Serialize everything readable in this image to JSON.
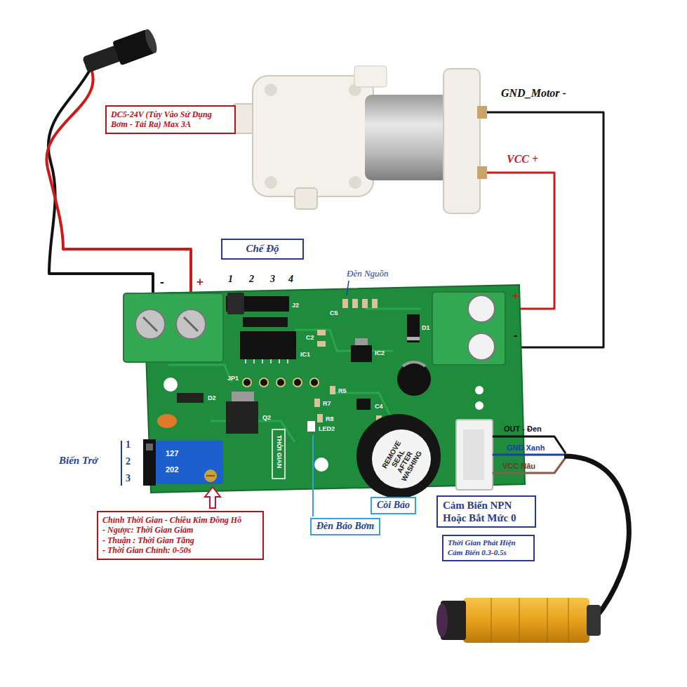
{
  "diagram": {
    "nodes": [
      {
        "text": [
          "DC5-24V (Tùy Vào Sử Dụng Bơm - Tải Ra) Max 3A"
        ]
      },
      {
        "text": [
          "Chế Độ"
        ]
      },
      {
        "text": [
          "Chỉnh Thời Gian - Chiều Kim Đồng Hồ",
          "- Ngược: Thời Gian Giảm",
          "- Thuận : Thời Gian Tăng",
          "- Thời Gian Chỉnh: 0-50s"
        ]
      },
      {
        "text": [
          "Còi Báo"
        ]
      },
      {
        "text": [
          "Đèn Báo Bơm"
        ]
      },
      {
        "text": [
          "Cảm Biến NPN Hoặc Bắt Mức 0"
        ]
      },
      {
        "text": [
          "Thời Gian Phát Hiện Cảm Biến 0.3-0.5s"
        ]
      }
    ],
    "labels": [
      "GND_Motor -",
      "VCC +",
      "-",
      "+",
      "+",
      "-",
      "Đèn Nguồn",
      "1",
      "2",
      "3",
      "4",
      "Biến Trở",
      "1",
      "2",
      "3",
      "OUT - Đen",
      "GND Xanh",
      "VCC Nâu",
      "J2",
      "C5",
      "IC1",
      "JP1",
      "R5",
      "C2",
      "IC2",
      "D1",
      "R7",
      "R8",
      "Q2",
      "D2",
      "LED2",
      "C4",
      "THỜI GIAN",
      "REMOVE SEAL AFTER WASHING",
      "202",
      "127"
    ]
  }
}
